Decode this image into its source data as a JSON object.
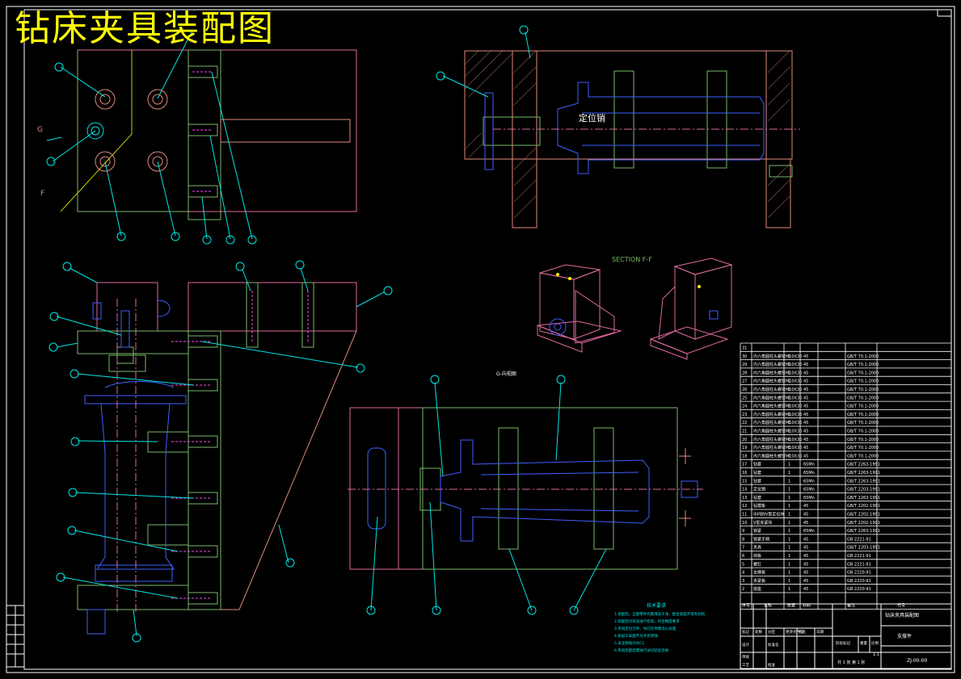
{
  "title": "钻床夹具装配图",
  "section_label": "SECTION F-F",
  "label_dingweixiao": "定位销",
  "label_g": "G",
  "label_f": "F",
  "label_view": "G-向视图",
  "tech_title": "技术要求",
  "tech_lines": [
    "1.装配前，全部零件均需清洗干净，配合表面不得有划伤",
    "2.装配后对夹具进行检验，符合精度要求",
    "3.夹具定位元件、导向元件需淬火处理",
    "4.各加工表面不允许有锈蚀",
    "5.未注倒角均为C1",
    "6.夹具装配后需进行试切验证合格"
  ],
  "bom_header": [
    "序号",
    "名称",
    "数量",
    "材料",
    "备注",
    "代号"
  ],
  "bom_rows": [
    [
      "31",
      "",
      "",
      "",
      "",
      ""
    ],
    [
      "30",
      "内六角圆柱头螺钉M10X30",
      "1",
      "45",
      "GB/T 70.1-2000",
      ""
    ],
    [
      "29",
      "内六角圆柱头螺钉M10X30",
      "1",
      "45",
      "GB/T 70.1-2000",
      ""
    ],
    [
      "28",
      "内六角圆柱头螺钉M10X30",
      "1",
      "45",
      "GB/T 70.1-2000",
      ""
    ],
    [
      "27",
      "内六角圆柱头螺钉M10X30",
      "1",
      "45",
      "GB/T 70.1-2000",
      ""
    ],
    [
      "26",
      "内六角圆柱头螺钉M10X30",
      "1",
      "45",
      "GB/T 70.1-2000",
      ""
    ],
    [
      "25",
      "内六角圆柱头螺钉M10X30",
      "1",
      "45",
      "GB/T 70.1-2000",
      ""
    ],
    [
      "24",
      "内六角圆柱头螺钉M10X30",
      "1",
      "45",
      "GB/T 70.1-2000",
      ""
    ],
    [
      "23",
      "内六角圆柱头螺钉M10X30",
      "1",
      "45",
      "GB/T 70.1-2000",
      ""
    ],
    [
      "22",
      "内六角圆柱头螺钉M10X30",
      "1",
      "45",
      "GB/T 70.1-2000",
      ""
    ],
    [
      "21",
      "内六角圆柱头螺钉M10X30",
      "1",
      "45",
      "GB/T 70.1-2000",
      ""
    ],
    [
      "20",
      "内六角圆柱头螺钉M10X30",
      "1",
      "45",
      "GB/T 70.1-2000",
      ""
    ],
    [
      "19",
      "内六角圆柱头螺钉M10X30",
      "1",
      "45",
      "GB/T 70.1-2000",
      ""
    ],
    [
      "18",
      "内六角圆柱头螺钉M10X30",
      "1",
      "45",
      "GB/T 70.1-2000",
      ""
    ],
    [
      "17",
      "钻套",
      "1",
      "65Mn",
      "GB/T 2263-1991",
      ""
    ],
    [
      "16",
      "钻套",
      "1",
      "65Mn",
      "GB/T 2263-1991",
      ""
    ],
    [
      "15",
      "钻套",
      "1",
      "65Mn",
      "GB/T 2263-1991",
      ""
    ],
    [
      "14",
      "定位销",
      "1",
      "65Mn",
      "GB/T 2203-1991",
      ""
    ],
    [
      "13",
      "钻套",
      "1",
      "65Mn",
      "GB/T 2263-1991",
      ""
    ],
    [
      "12",
      "钻模板",
      "1",
      "45",
      "GB/T 2202-1991",
      ""
    ],
    [
      "11",
      "中间的V型定位块",
      "1",
      "45",
      "GB/T 2202-1991",
      ""
    ],
    [
      "10",
      "V型夹紧块",
      "1",
      "45",
      "GB/T 2202-1991",
      ""
    ],
    [
      "9",
      "锁紧",
      "1",
      "65Mn",
      "GB/T 2263-1991",
      ""
    ],
    [
      "8",
      "锁紧手柄",
      "1",
      "45",
      "GB 2221-91",
      ""
    ],
    [
      "7",
      "夹具",
      "1",
      "45",
      "GB/T 2203-1991",
      ""
    ],
    [
      "6",
      "挡板",
      "1",
      "45",
      "GB 2221-91",
      ""
    ],
    [
      "5",
      "螺钉",
      "1",
      "45",
      "GB 2221-91",
      ""
    ],
    [
      "4",
      "支撑板",
      "1",
      "45",
      "GB 2220-91",
      ""
    ],
    [
      "3",
      "夹紧板",
      "1",
      "45",
      "GB 2220-91",
      ""
    ],
    [
      "2",
      "底座",
      "1",
      "45",
      "GB 2220-91",
      ""
    ]
  ],
  "titleblock": {
    "drawing_name": "钻床夹具装配图",
    "part_name": "支撑件",
    "scale": "1:1",
    "sheet": "共 1 张  第 1 张",
    "code": "ZJ-00-00",
    "labels": [
      "标记",
      "处数",
      "分区",
      "更改文件号",
      "签名",
      "日期",
      "设计",
      "标准化",
      "阶段标记",
      "重量",
      "比例",
      "审核",
      "工艺",
      "批准"
    ]
  },
  "colors": {
    "background": "#000000",
    "title": "#ffff00",
    "frame": "#ffffff",
    "pink": "#e06aa0",
    "green": "#7ab96a",
    "blue": "#3f5fff",
    "cyan": "#00e5e5",
    "yellow": "#ffff00",
    "salmon": "#e08a7a",
    "magenta": "#ff40ff"
  }
}
